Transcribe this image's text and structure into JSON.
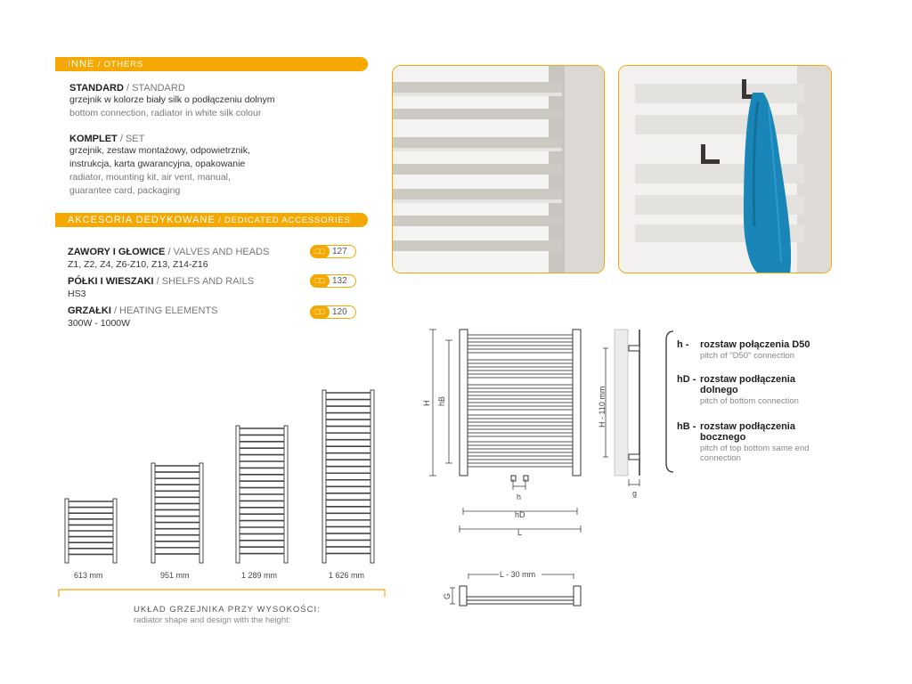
{
  "others": {
    "band_pl": "INNE",
    "band_sep": " / ",
    "band_en": "OTHERS",
    "standard": {
      "title_pl": "STANDARD",
      "title_en": " / STANDARD",
      "line_pl": "grzejnik w kolorze biały silk o podłączeniu dolnym",
      "line_en": "bottom  connection, radiator in white silk colour"
    },
    "set": {
      "title_pl": "KOMPLET",
      "title_en": " / SET",
      "lines_pl": [
        "grzejnik, zestaw montażowy, odpowietrznik,",
        "instrukcja, karta gwarancyjna, opakowanie"
      ],
      "lines_en": [
        "radiator, mounting kit, air vent, manual,",
        "guarantee card, packaging"
      ]
    }
  },
  "accessories": {
    "band_pl": "AKCESORIA DEDYKOWANE",
    "band_en": " / DEDICATED ACCESSORIES",
    "items": [
      {
        "title_pl": "ZAWORY I GŁOWICE",
        "title_en": " / VALVES AND HEADS",
        "detail": "Z1, Z2, Z4, Z6-Z10, Z13, Z14-Z16",
        "page": "127",
        "icon": "book-icon"
      },
      {
        "title_pl": "PÓŁKI I WIESZAKI",
        "title_en": " / SHELFS AND RAILS",
        "detail": "HS3",
        "page": "132",
        "icon": "book-icon"
      },
      {
        "title_pl": "GRZAŁKI",
        "title_en": " / HEATING ELEMENTS",
        "detail": "300W - 1000W",
        "page": "120",
        "icon": "book-icon"
      }
    ]
  },
  "heights": {
    "labels": [
      "613 mm",
      "951 mm",
      "1 289 mm",
      "1 626 mm"
    ],
    "caption_pl": "UKŁAD GRZEJNIKA PRZY WYSOKOŚCI:",
    "caption_en": "radiator shape and design with the height:"
  },
  "drawing": {
    "H": "H",
    "hB": "hB",
    "h": "h",
    "hD": "hD",
    "L": "L",
    "side_dim": "H - 110 mm",
    "g": "g",
    "L30": "L - 30 mm",
    "G": "G"
  },
  "legend": [
    {
      "key": "h -",
      "pl": [
        "rozstaw połączenia D50"
      ],
      "en": [
        "pitch of \"D50\" connection"
      ]
    },
    {
      "key": "hD -",
      "pl": [
        "rozstaw podłączenia",
        "dolnego"
      ],
      "en": [
        "pitch of bottom connection"
      ]
    },
    {
      "key": "hB -",
      "pl": [
        "rozstaw podłączenia",
        "bocznego"
      ],
      "en": [
        "pitch of top bottom same end",
        "connection"
      ]
    }
  ],
  "colors": {
    "accent": "#f5a800",
    "line": "#333333",
    "muted": "#888888"
  }
}
